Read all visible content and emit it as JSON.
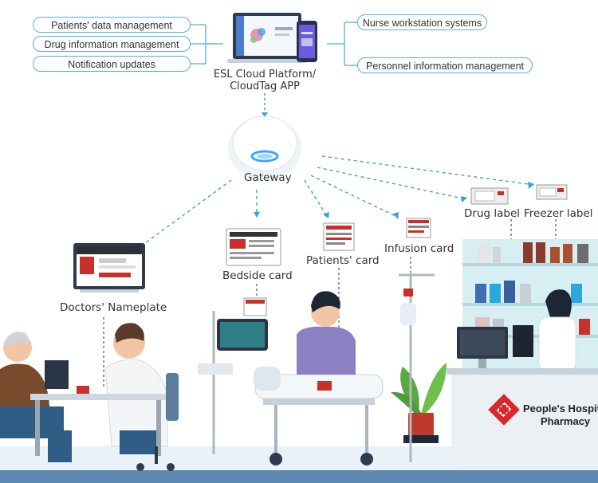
{
  "left_functions": [
    "Patients' data management",
    "Drug information management",
    "Notification updates"
  ],
  "right_functions": [
    "Nurse workstation systems",
    "Personnel information management"
  ],
  "platform": {
    "line1": "ESL Cloud Platform/",
    "line2": "CloudTag APP"
  },
  "gateway": "Gateway",
  "endpoints": {
    "doctors_nameplate": "Doctors' Nameplate",
    "bedside_card": "Bedside card",
    "patients_card": "Patients' card",
    "infusion_card": "Infusion card",
    "drug_label": "Drug label",
    "freezer_label": "Freezer label"
  },
  "pharmacy": {
    "line1": "People's Hospit",
    "line2": "Pharmacy"
  },
  "colors": {
    "accent": "#55aee0",
    "dash": "#3aa0dc",
    "floor": "#5a88b0",
    "red": "#d8282c"
  }
}
